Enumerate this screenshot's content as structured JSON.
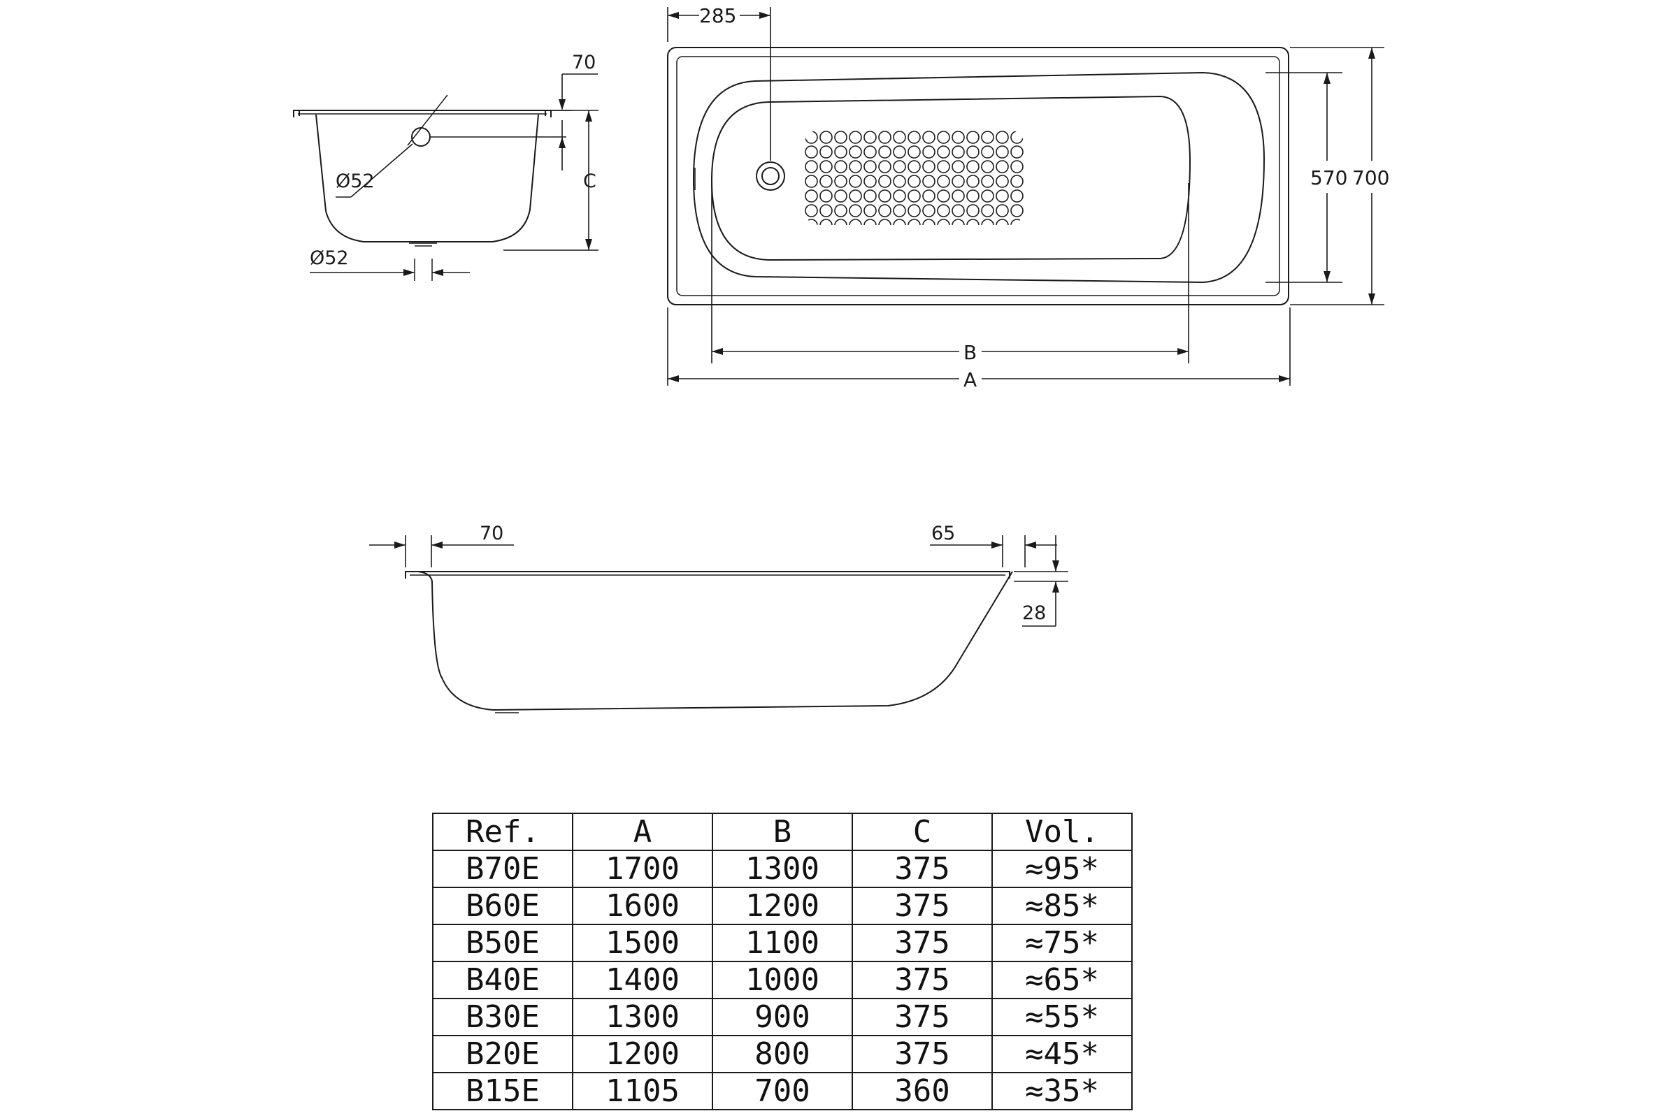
{
  "end_view": {
    "flange_dim": "70",
    "overflow_dia": "Ø52",
    "drain_dia": "Ø52",
    "height_label": "C"
  },
  "plan_view": {
    "drain_offset": "285",
    "inner_width": "570",
    "outer_width": "700",
    "inner_length_label": "B",
    "outer_length_label": "A"
  },
  "side_view": {
    "left_flange": "70",
    "right_flange": "65",
    "rim_height": "28"
  },
  "table": {
    "headers": [
      "Ref.",
      "A",
      "B",
      "C",
      "Vol."
    ],
    "rows": [
      [
        "B70E",
        "1700",
        "1300",
        "375",
        "≈95*"
      ],
      [
        "B60E",
        "1600",
        "1200",
        "375",
        "≈85*"
      ],
      [
        "B50E",
        "1500",
        "1100",
        "375",
        "≈75*"
      ],
      [
        "B40E",
        "1400",
        "1000",
        "375",
        "≈65*"
      ],
      [
        "B30E",
        "1300",
        "900",
        "375",
        "≈55*"
      ],
      [
        "B20E",
        "1200",
        "800",
        "375",
        "≈45*"
      ],
      [
        "B15E",
        "1105",
        "700",
        "360",
        "≈35*"
      ]
    ]
  }
}
